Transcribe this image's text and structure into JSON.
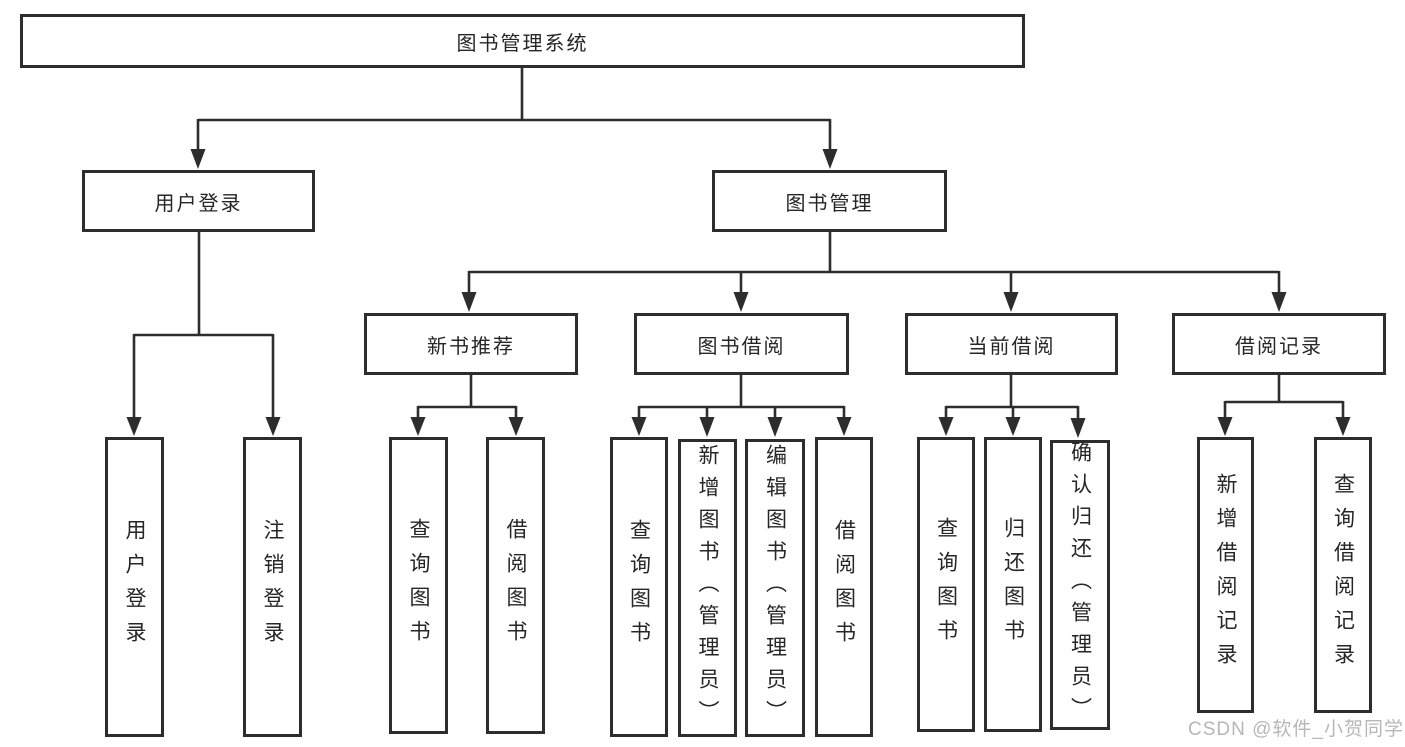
{
  "title": "图书管理系统",
  "colors": {
    "line": "#2d2d2d",
    "box_border": "#2d2d2d",
    "text": "#262626",
    "watermark": "#b7b7b7"
  },
  "tree": {
    "root": {
      "label": "图书管理系统"
    },
    "level2": {
      "user": {
        "label": "用户登录"
      },
      "books": {
        "label": "图书管理"
      }
    },
    "level3": {
      "recommend": {
        "label": "新书推荐"
      },
      "borrow": {
        "label": "图书借阅"
      },
      "current": {
        "label": "当前借阅"
      },
      "records": {
        "label": "借阅记录"
      }
    },
    "leaves": {
      "user_login": {
        "label": "用户登录"
      },
      "user_logout": {
        "label": "注销登录"
      },
      "recommend_query": {
        "label": "查询图书"
      },
      "recommend_borrow": {
        "label": "借阅图书"
      },
      "borrow_query": {
        "label": "查询图书"
      },
      "borrow_add": {
        "label": "新增图书（管理员）"
      },
      "borrow_edit": {
        "label": "编辑图书（管理员）"
      },
      "borrow_borrow": {
        "label": "借阅图书"
      },
      "current_query": {
        "label": "查询图书"
      },
      "current_return": {
        "label": "归还图书"
      },
      "current_confirm": {
        "label": "确认归还（管理员）"
      },
      "records_add": {
        "label": "新增借阅记录"
      },
      "records_query": {
        "label": "查询借阅记录"
      }
    }
  },
  "watermark": {
    "text": "CSDN @软件_小贺同学"
  }
}
